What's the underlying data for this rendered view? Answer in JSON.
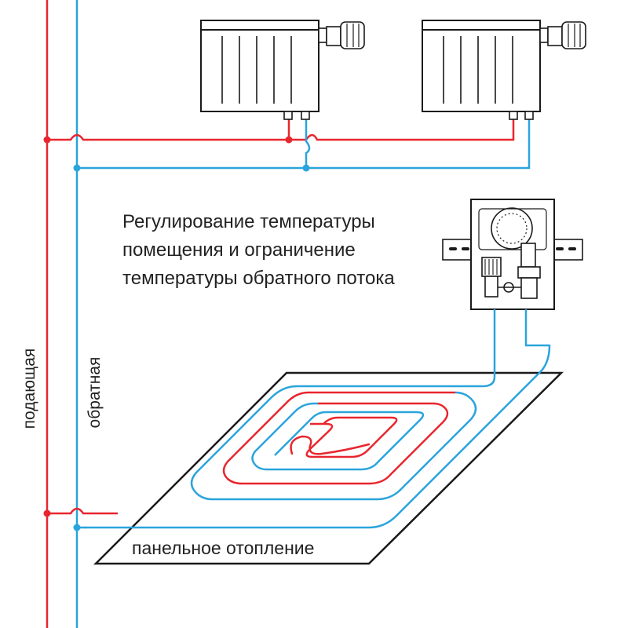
{
  "colors": {
    "supply": "#e8262e",
    "return": "#2aa4dc",
    "outline": "#1a1a1a",
    "background": "#ffffff"
  },
  "labels": {
    "supply_riser": "подающая",
    "return_riser": "обратная",
    "control_caption": "Регулирование температуры помещения и ограничение температуры обратного потока",
    "floor_heating": "панельное отопление"
  },
  "icons": [
    "radiator-icon",
    "thermostatic-valve-icon",
    "control-unit-icon"
  ]
}
